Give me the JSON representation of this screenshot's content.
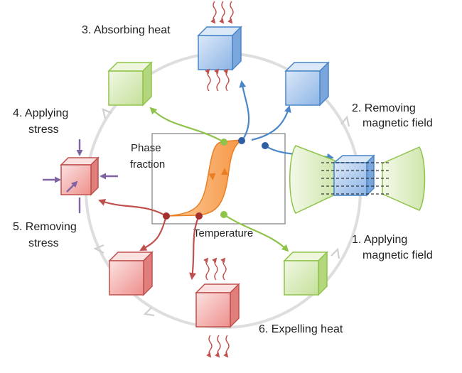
{
  "steps": {
    "s1_line1": "1.  Applying",
    "s1_line2": "magnetic  field",
    "s2_line1": "2.  Removing",
    "s2_line2": "magnetic  field",
    "s3": "3.  Absorbing heat",
    "s4_line1": "4.  Applying",
    "s4_line2": "stress",
    "s5_line1": "5.  Removing",
    "s5_line2": "stress",
    "s6": "6.  Expelling  heat"
  },
  "plot": {
    "ylabel_line1": "Phase",
    "ylabel_line2": "fraction",
    "xlabel": "Temperature"
  },
  "colors": {
    "green": "#8fc34a",
    "blue": "#4a86c8",
    "red": "#c0504d",
    "orange": "#f79646",
    "ring": "#d9d9d9",
    "purple": "#8064a2"
  }
}
